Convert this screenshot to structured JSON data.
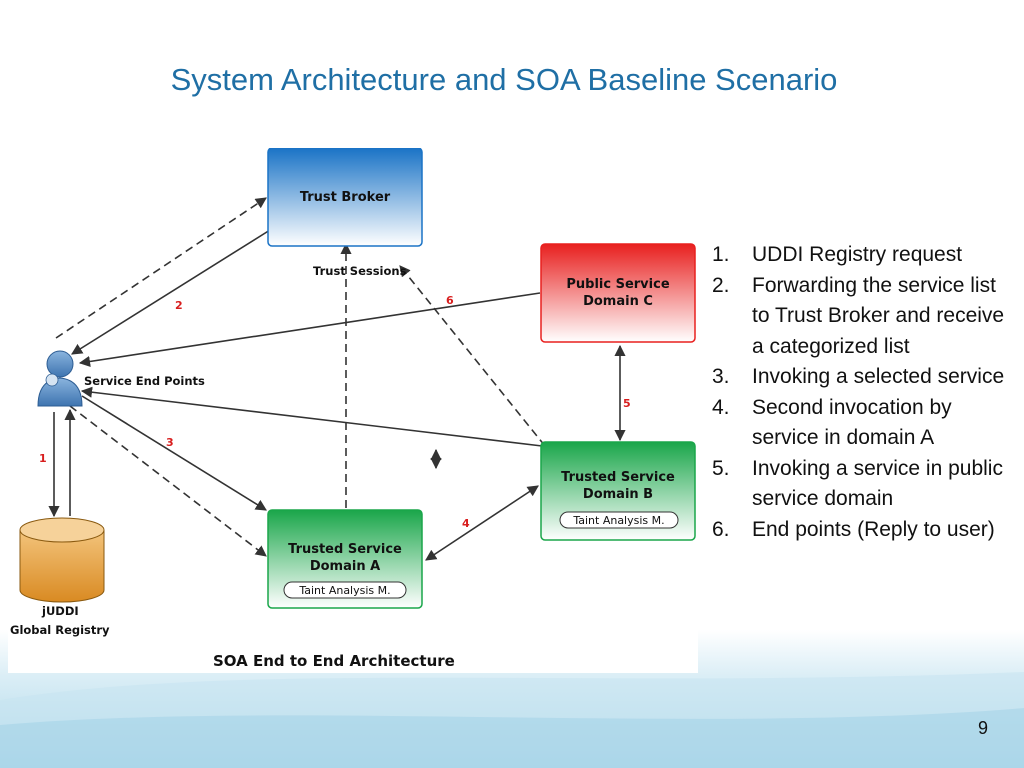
{
  "slide": {
    "title": "System Architecture and SOA Baseline Scenario",
    "page_number": "9"
  },
  "diagram": {
    "caption": "SOA End to End Architecture",
    "nodes": {
      "trust_broker": "Trust Broker",
      "public_c_line1": "Public Service",
      "public_c_line2": "Domain C",
      "trusted_b_line1": "Trusted Service",
      "trusted_b_line2": "Domain B",
      "trusted_a_line1": "Trusted Service",
      "trusted_a_line2": "Domain A",
      "taint_b": "Taint Analysis M.",
      "taint_a": "Taint Analysis M.",
      "registry_line1": "jUDDI",
      "registry_line2": "Global Registry",
      "endpoints": "Service End Points",
      "trust_sessions": "Trust Sessions"
    },
    "arrow_numbers": [
      "1",
      "2",
      "3",
      "4",
      "5",
      "6"
    ],
    "colors": {
      "trust_broker": "#1a73c6",
      "public_c": "#e8201f",
      "trusted": "#1aa64a",
      "registry": "#d98a22",
      "user": "#5b8fc7",
      "step_numbers": "#d81e1e"
    }
  },
  "steps": [
    {
      "n": "1.",
      "text": "UDDI Registry request"
    },
    {
      "n": "2.",
      "text": "Forwarding the service list to Trust Broker and receive a categorized list"
    },
    {
      "n": "3.",
      "text": "Invoking a selected service"
    },
    {
      "n": "4.",
      "text": "Second invocation by service in domain A"
    },
    {
      "n": "5.",
      "text": "Invoking a service in public service domain"
    },
    {
      "n": "6.",
      "text": "End points (Reply to user)"
    }
  ]
}
